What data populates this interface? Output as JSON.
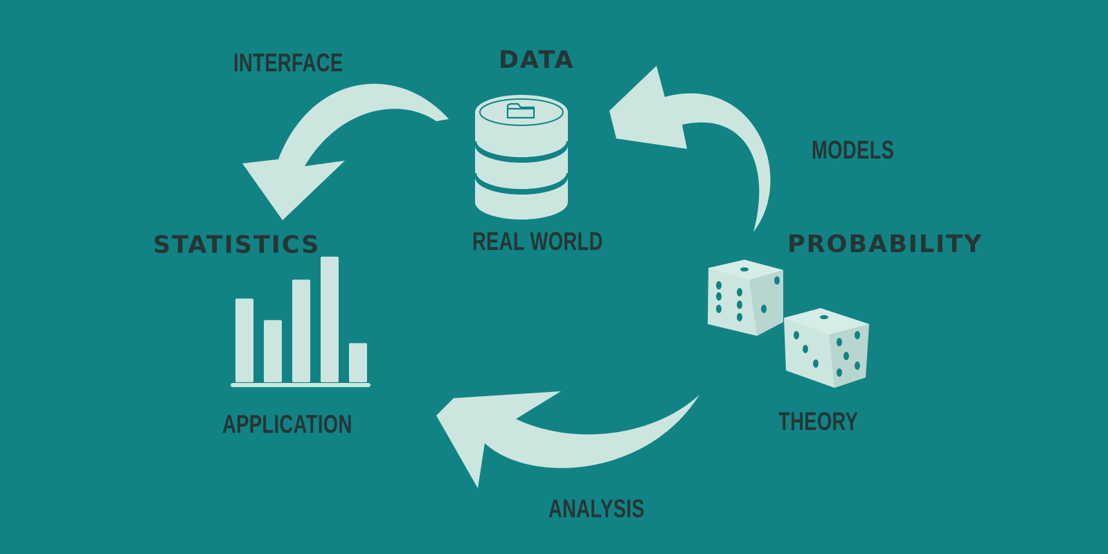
{
  "colors": {
    "background": "#118385",
    "shape": "#cce6df",
    "text": "#263535",
    "pip": "#118385"
  },
  "labels": {
    "interface": "INTERFACE",
    "data": "DATA",
    "models": "MODELS",
    "statistics": "STATISTICS",
    "real_world": "REAL WORLD",
    "probability": "PROBABILITY",
    "application": "APPLICATION",
    "theory": "THEORY",
    "analysis": "ANALYSIS"
  },
  "icons": [
    "database-icon",
    "folder-icon",
    "bar-chart-icon",
    "dice-icon",
    "curved-arrow-icon"
  ],
  "bar_chart": {
    "values": [
      0.62,
      0.46,
      0.76,
      0.93,
      0.29
    ]
  }
}
